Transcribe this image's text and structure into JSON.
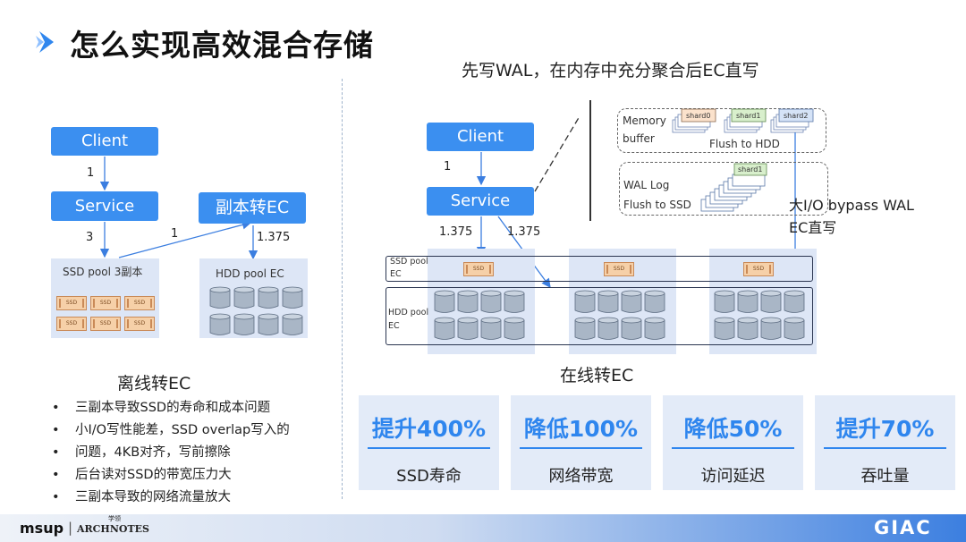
{
  "header": {
    "title": "怎么实现高效混合存储"
  },
  "left": {
    "client": "Client",
    "service": "Service",
    "convert": "副本转EC",
    "n_client_service": "1",
    "n_service_ssd": "3",
    "n_ssd_convert": "1",
    "n_convert_hdd": "1.375",
    "ssd_pool": "SSD pool 3副本",
    "hdd_pool": "HDD pool EC",
    "ssd_label": "SSD",
    "caption": "离线转EC",
    "bullets": [
      "三副本导致SSD的寿命和成本问题",
      "小I/O写性能差，SSD overlap写入的",
      "问题，4KB对齐，写前擦除",
      "后台读对SSD的带宽压力大",
      "三副本导致的网络流量放大"
    ]
  },
  "right": {
    "subtitle": "先写WAL，在内存中充分聚合后EC直写",
    "client": "Client",
    "service": "Service",
    "n_client_service": "1",
    "n_left": "1.375",
    "n_right": "1.375",
    "mem_title": "Memory",
    "mem_title2": "buffer",
    "flush_hdd": "Flush to HDD",
    "shard0": "shard0",
    "shard1": "shard1",
    "shard2": "shard2",
    "wal_title": "WAL Log",
    "flush_ssd": "Flush to SSD",
    "wal_shard": "shard1",
    "bypass1": "大I/O bypass WAL",
    "bypass2": "EC直写",
    "ssd_pool": "SSD pool",
    "ssd_pool2": "EC",
    "hdd_pool": "HDD pool",
    "hdd_pool2": "EC",
    "ssd_label": "SSD",
    "caption": "在线转EC"
  },
  "metrics": [
    {
      "value": "提升400%",
      "label": "SSD寿命"
    },
    {
      "value": "降低100%",
      "label": "网络带宽"
    },
    {
      "value": "降低50%",
      "label": "访问延迟"
    },
    {
      "value": "提升70%",
      "label": "吞吐量"
    }
  ],
  "footer": {
    "left_logo": "msup",
    "sep": "|",
    "right_logo_main": "ARCHNOTES",
    "right_logo_small": "学领",
    "giac": "GIAC"
  },
  "colors": {
    "accent": "#3b8ff0",
    "metric": "#2f86ee",
    "pool": "#dde6f6",
    "ssd": "#f6d0a8"
  }
}
